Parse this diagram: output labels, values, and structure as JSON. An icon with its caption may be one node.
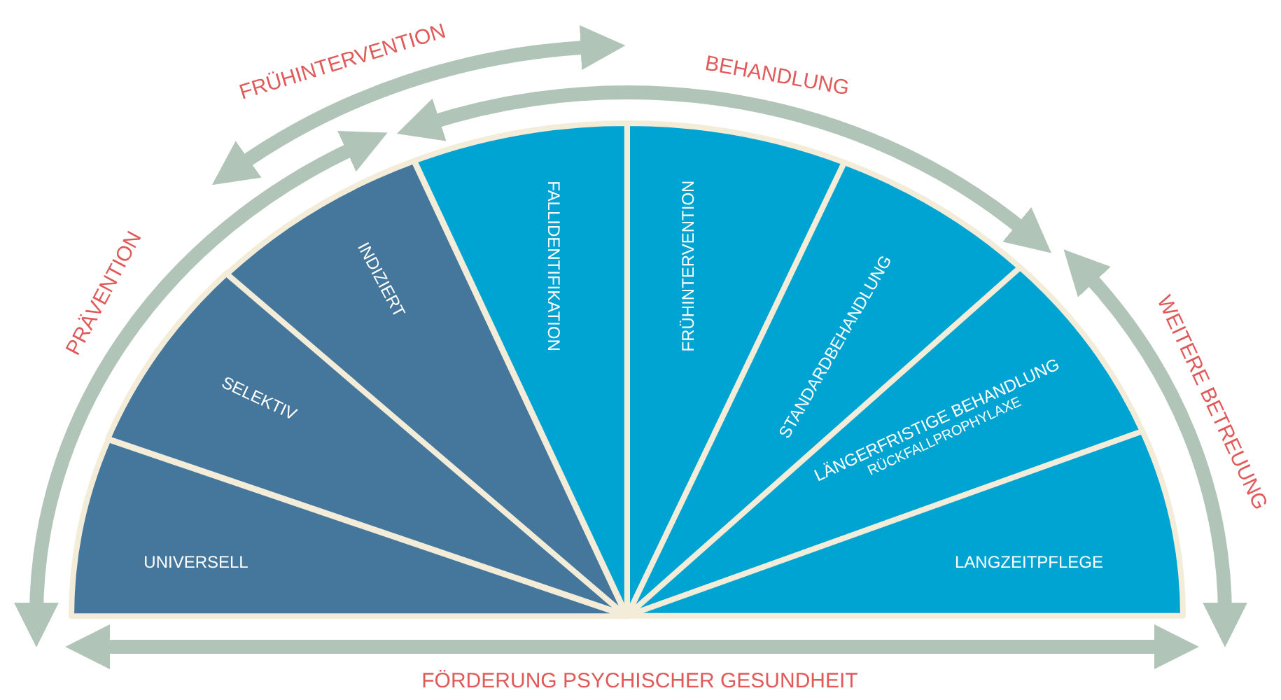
{
  "diagram": {
    "nodes": [
      {
        "text": [
          "UNIVERSELL"
        ]
      },
      {
        "text": [
          "SELEKTIV"
        ]
      },
      {
        "text": [
          "INDIZIERT"
        ]
      },
      {
        "text": [
          "FALLIDENTIFIKATION"
        ]
      },
      {
        "text": [
          "FRÜHINTERVENTION"
        ]
      },
      {
        "text": [
          "STANDARDBEHANDLUNG"
        ]
      },
      {
        "text": [
          "LÄNGERFRISTIGE BEHANDLUNG",
          "RÜCKFALLPROPHYLAXE"
        ]
      },
      {
        "text": [
          "LANGZEITPFLEGE"
        ]
      }
    ],
    "edges": [
      {
        "from": 0,
        "to": 2,
        "arrow": "both",
        "label": "PRÄVENTION"
      },
      {
        "from": 2,
        "to": 3,
        "arrow": "both",
        "label": "FRÜHINTERVENTION"
      },
      {
        "from": 3,
        "to": 5,
        "arrow": "both",
        "label": "BEHANDLUNG"
      },
      {
        "from": 6,
        "to": 7,
        "arrow": "both",
        "label": "WEITERE BETREUUNG"
      },
      {
        "from": 0,
        "to": 7,
        "arrow": "both",
        "label": "FÖRDERUNG PSYCHISCHER GESUNDHEIT"
      }
    ]
  }
}
